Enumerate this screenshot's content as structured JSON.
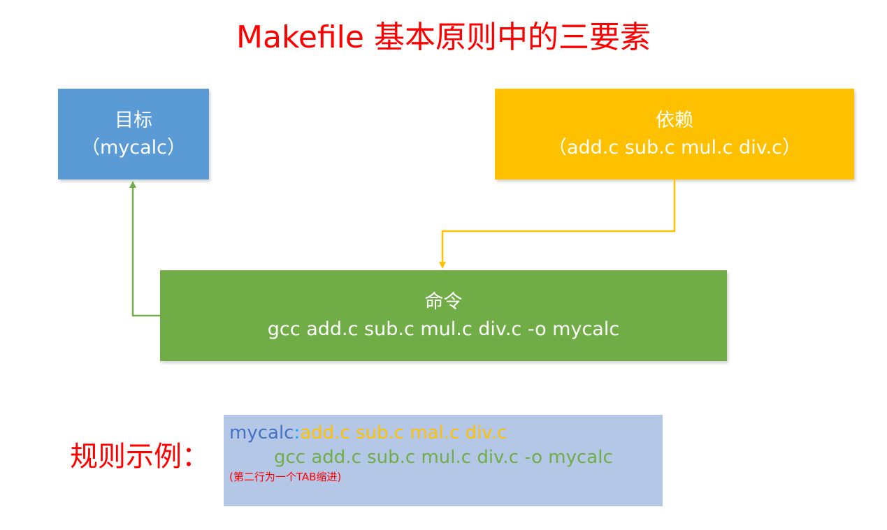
{
  "title": "Makefile 基本原则中的三要素",
  "nodes": {
    "target": {
      "label": "目标",
      "detail": "（mycalc）"
    },
    "dependencies": {
      "label": "依赖",
      "detail": "（add.c sub.c mul.c div.c）"
    },
    "command": {
      "label": "命令",
      "detail": "gcc add.c sub.c mul.c div.c -o mycalc"
    }
  },
  "example": {
    "label": "规则示例：",
    "line1_target": "mycalc",
    "line1_colon": ":",
    "line1_deps": "add.c sub.c mal.c div.c",
    "line2": "gcc add.c sub.c mul.c div.c -o mycalc",
    "note": "(第二行为一个TAB缩进)"
  },
  "colors": {
    "title": "#ff0000",
    "target": "#5b9bd5",
    "dependencies": "#ffc000",
    "command": "#70ad47",
    "example_box": "#b4c7e7"
  }
}
